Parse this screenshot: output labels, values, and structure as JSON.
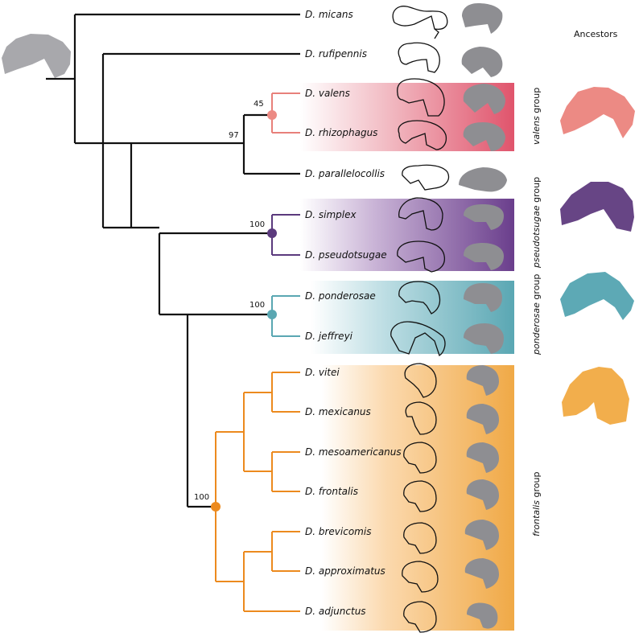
{
  "ancestors": {
    "title": "Ancestors",
    "root_color": "#a8a8ac",
    "valens_color": "#ec8a84",
    "pseudotsugae_color": "#674585",
    "ponderosae_color": "#5da9b5",
    "frontalis_color": "#f2ae4c"
  },
  "groups": [
    {
      "name": "valens",
      "label_italic": "valens",
      "label_suffix": " group",
      "branch_color": "#e8807a",
      "node_support": "45"
    },
    {
      "name": "pseudotsugae",
      "label_italic": "pseudotsugae",
      "label_suffix": " group",
      "branch_color": "#5b3a7d",
      "node_support": "100"
    },
    {
      "name": "ponderosae",
      "label_italic": "ponderosae",
      "label_suffix": " group",
      "branch_color": "#5aa7b2",
      "node_support": "100"
    },
    {
      "name": "frontalis",
      "label_italic": "frontalis",
      "label_suffix": " group",
      "branch_color": "#ec8a1e",
      "node_support": "100"
    }
  ],
  "support_values": {
    "valens_parallelocollis": "97",
    "valens_group": "45",
    "pseudotsugae_group": "100",
    "ponderosae_group": "100",
    "frontalis_group": "100"
  },
  "taxa": [
    {
      "name": "D. micans",
      "group": "none"
    },
    {
      "name": "D. rufipennis",
      "group": "none"
    },
    {
      "name": "D. valens",
      "group": "valens"
    },
    {
      "name": "D. rhizophagus",
      "group": "valens"
    },
    {
      "name": "D. parallelocollis",
      "group": "none"
    },
    {
      "name": "D. simplex",
      "group": "pseudotsugae"
    },
    {
      "name": "D. pseudotsugae",
      "group": "pseudotsugae"
    },
    {
      "name": "D. ponderosae",
      "group": "ponderosae"
    },
    {
      "name": "D. jeffreyi",
      "group": "ponderosae"
    },
    {
      "name": "D. vitei",
      "group": "frontalis"
    },
    {
      "name": "D. mexicanus",
      "group": "frontalis"
    },
    {
      "name": "D. mesoamericanus",
      "group": "frontalis"
    },
    {
      "name": "D. frontalis",
      "group": "frontalis"
    },
    {
      "name": "D. brevicomis",
      "group": "frontalis"
    },
    {
      "name": "D. approximatus",
      "group": "frontalis"
    },
    {
      "name": "D. adjunctus",
      "group": "frontalis"
    }
  ]
}
